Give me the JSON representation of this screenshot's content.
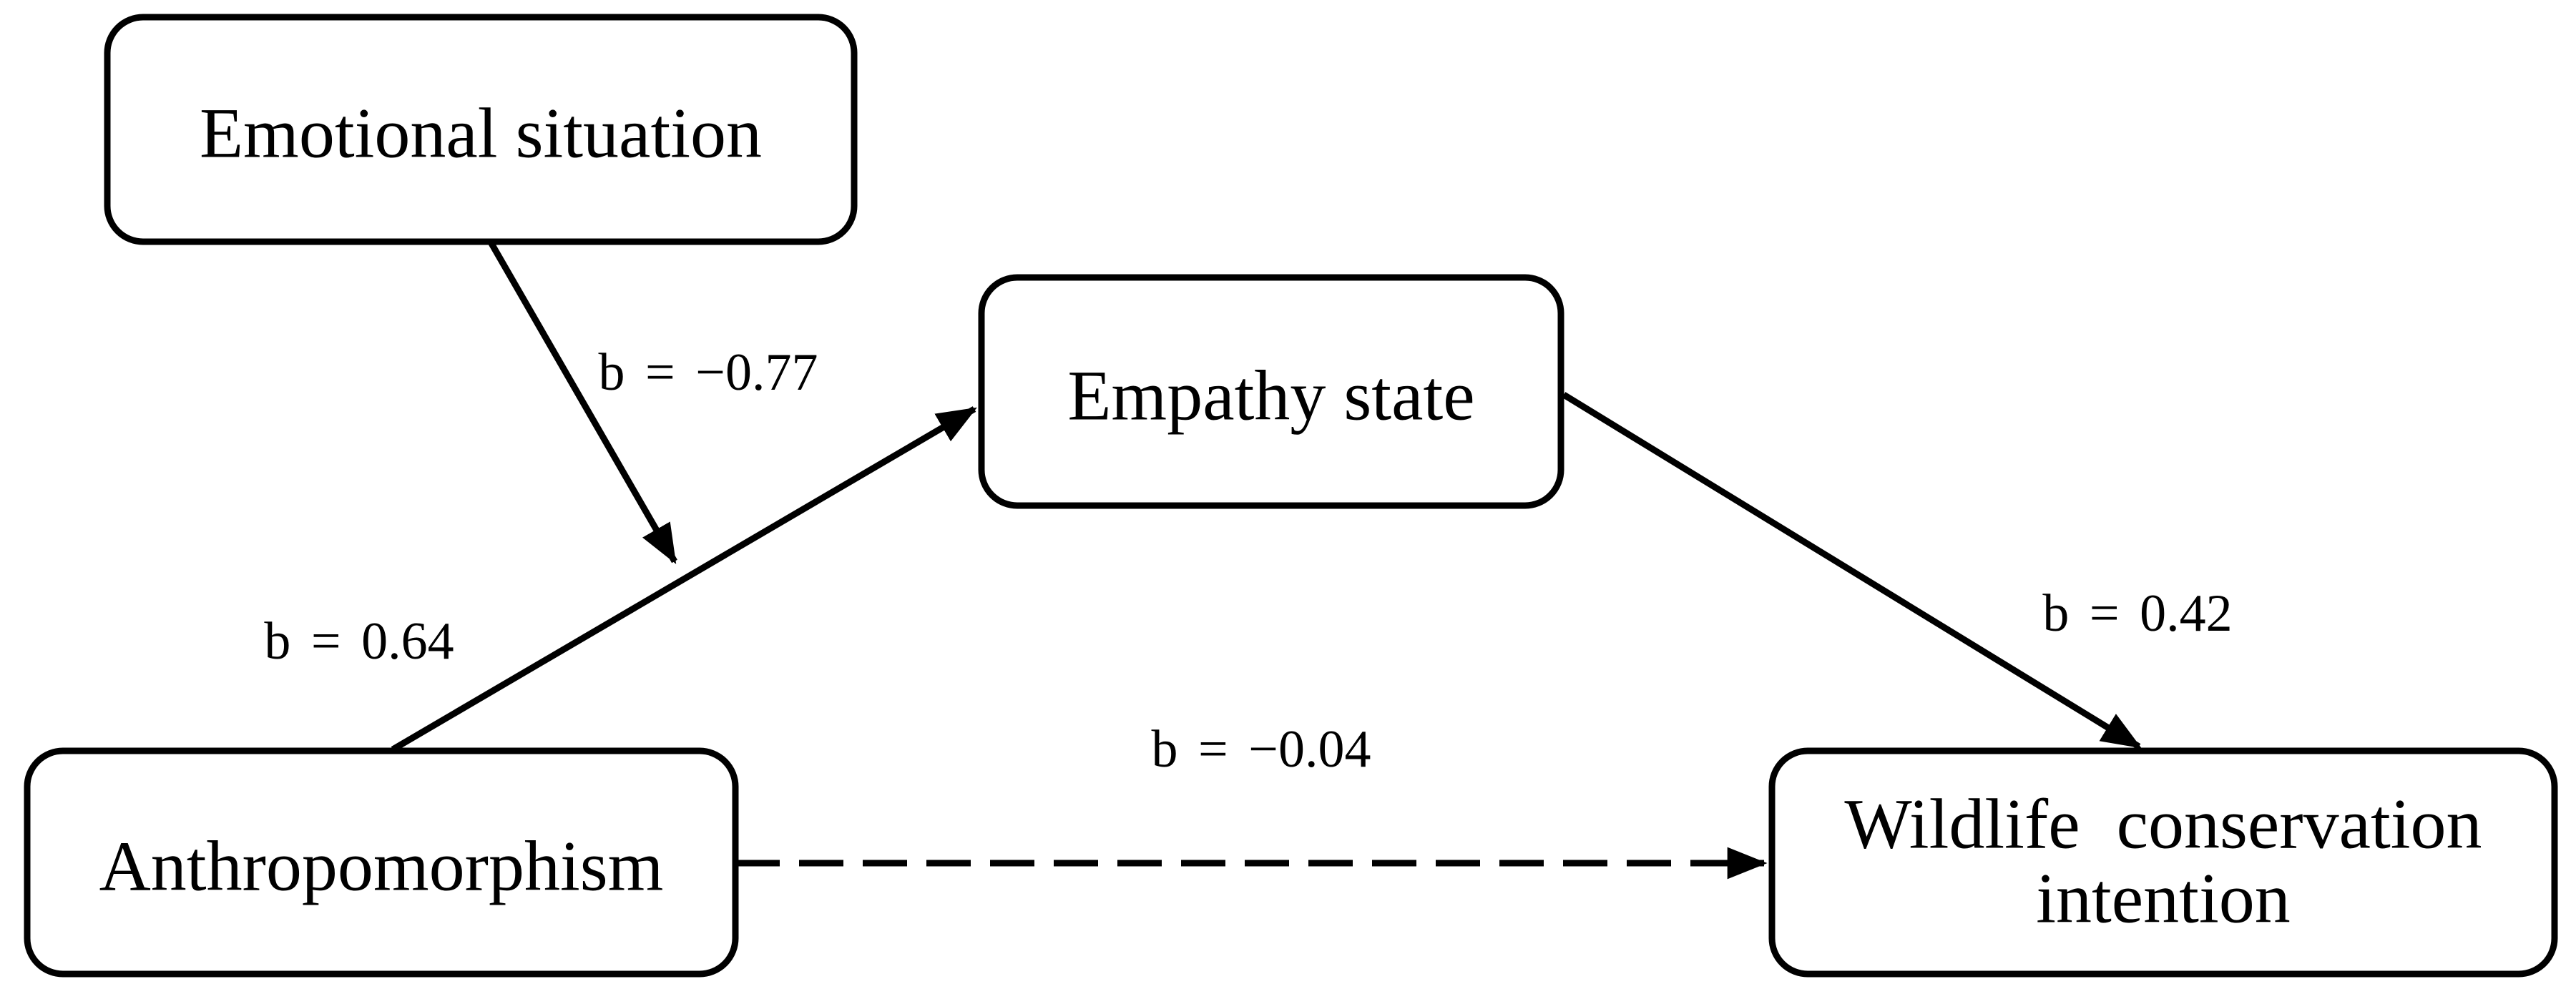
{
  "figure": {
    "background_color": "#ffffff",
    "ink_color": "#000000",
    "type": "mediation-moderation path diagram"
  },
  "nodes": {
    "emotional_situation": {
      "label": "Emotional situation"
    },
    "empathy_state": {
      "label": "Empathy state"
    },
    "anthropomorphism": {
      "label": "Anthropomorphism"
    },
    "wildlife_conservation_intention": {
      "label_line1": "Wildlife conservation",
      "label_line2": "intention"
    }
  },
  "edges": {
    "emotional_situation_moderation": {
      "label": "b = −0.77",
      "style": "solid",
      "coefficient": -0.77
    },
    "anthropomorphism_to_empathy": {
      "label": "b = 0.64",
      "style": "solid",
      "coefficient": 0.64
    },
    "empathy_to_wildlife": {
      "label": "b = 0.42",
      "style": "solid",
      "coefficient": 0.42
    },
    "anthropomorphism_to_wildlife": {
      "label": "b = −0.04",
      "style": "dashed",
      "coefficient": -0.04
    }
  }
}
